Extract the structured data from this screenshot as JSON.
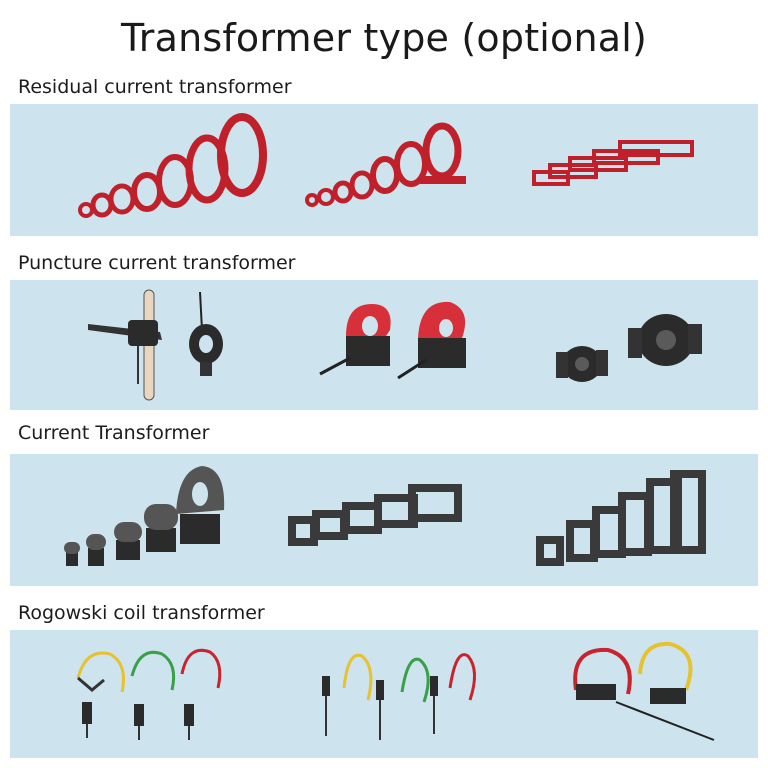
{
  "title": "Transformer type (optional)",
  "colors": {
    "panel_background": "#cde3ee",
    "residual_red": "#c0202a",
    "device_black": "#2b2b2b",
    "coil_yellow": "#e6c230",
    "coil_green": "#3aa048",
    "coil_red": "#c8242c"
  },
  "sections": [
    {
      "label": "Residual current transformer",
      "products": [
        "round-ring-cts-set",
        "oval-ring-cts-set",
        "rectangular-frame-cts-set"
      ]
    },
    {
      "label": "Puncture current transformer",
      "products": [
        "piercing-black-cts",
        "piercing-red-cts",
        "piercing-split-ring-cts"
      ]
    },
    {
      "label": "Current Transformer",
      "products": [
        "split-core-clamp-cts",
        "split-core-rectangular-cts",
        "split-core-square-frame-cts"
      ]
    },
    {
      "label": "Rogowski coil transformer",
      "products": [
        "rogowski-coils-with-integrators",
        "rogowski-coils-with-pigtails",
        "rogowski-coils-with-clips"
      ]
    }
  ]
}
